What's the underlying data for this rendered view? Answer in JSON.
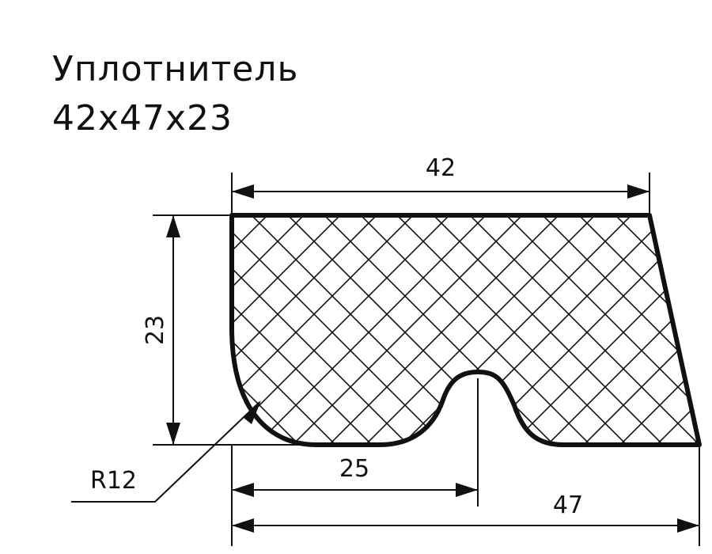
{
  "title": {
    "line1": "Уплотнитель",
    "line2": "42x47x23"
  },
  "dimensions": {
    "top_width": "42",
    "height": "23",
    "radius": "R12",
    "notch_offset": "25",
    "bottom_width": "47"
  },
  "colors": {
    "ink": "#111111",
    "background": "#ffffff"
  }
}
